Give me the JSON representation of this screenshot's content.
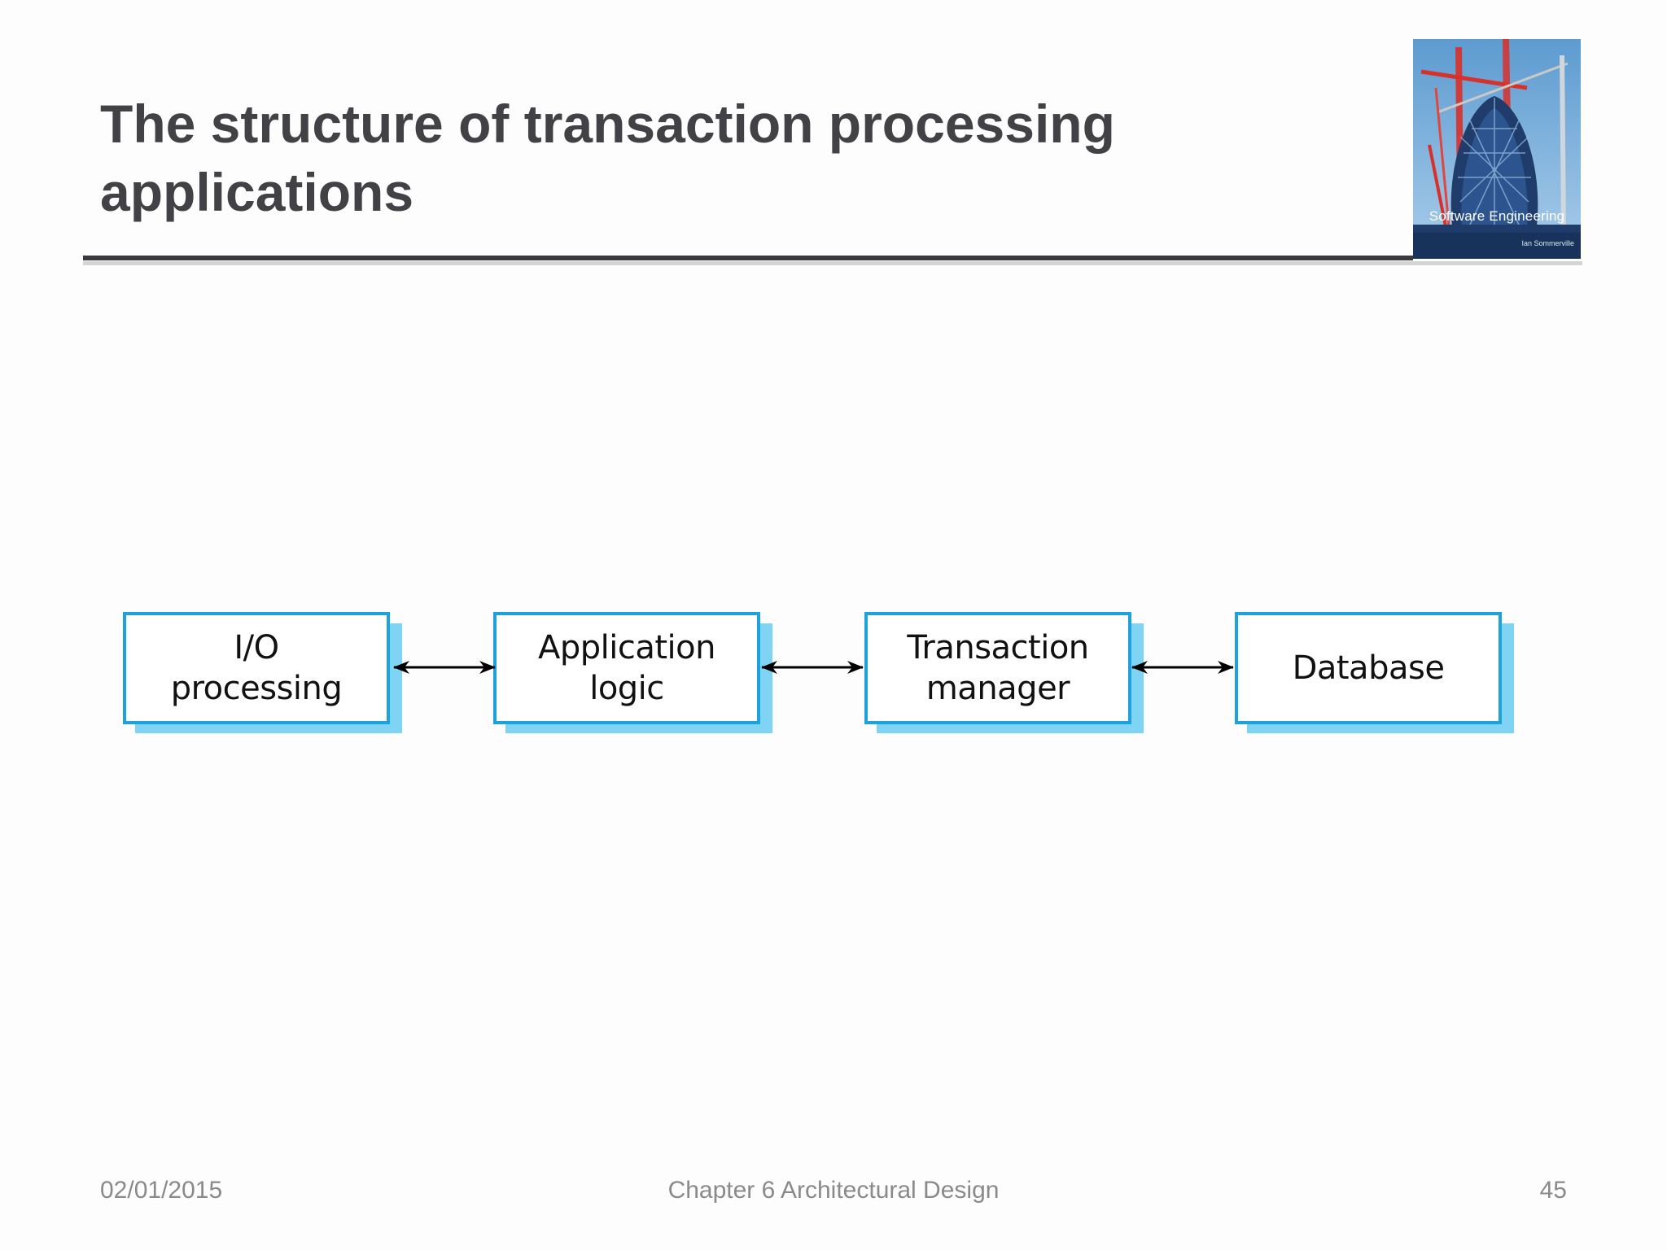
{
  "slide": {
    "title_line1": "The structure of transaction processing",
    "title_line2": "applications"
  },
  "cover": {
    "title": "Software Engineering",
    "author": "Ian Sommerville",
    "colors": {
      "sky": "#6aa6d6",
      "building": "#1f3c6b",
      "crane": "#d8302a"
    }
  },
  "diagram": {
    "boxes": [
      {
        "line1": "I/O",
        "line2": "processing"
      },
      {
        "line1": "Application",
        "line2": "logic"
      },
      {
        "line1": "Transaction",
        "line2": "manager"
      },
      {
        "line1": "Database",
        "line2": ""
      }
    ],
    "connectors": [
      {
        "from": "I/O processing",
        "to": "Application logic",
        "direction": "bidirectional"
      },
      {
        "from": "Application logic",
        "to": "Transaction manager",
        "direction": "bidirectional"
      },
      {
        "from": "Transaction manager",
        "to": "Database",
        "direction": "bidirectional"
      }
    ],
    "colors": {
      "border": "#1ea2dc",
      "shadow": "#7fd3f3",
      "arrow": "#000000"
    }
  },
  "footer": {
    "date": "02/01/2015",
    "chapter": "Chapter 6 Architectural Design",
    "page": "45"
  }
}
